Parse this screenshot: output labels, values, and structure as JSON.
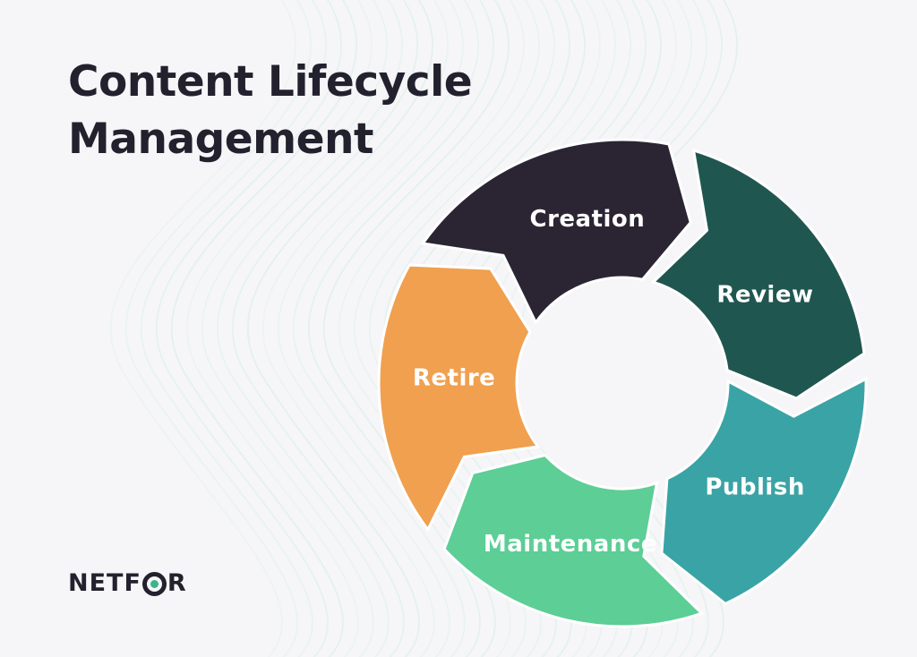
{
  "title": {
    "line1": "Content Lifecycle",
    "line2": "Management"
  },
  "cycle": {
    "stages": [
      {
        "label": "Creation",
        "color": "#2b2533"
      },
      {
        "label": "Review",
        "color": "#205650"
      },
      {
        "label": "Publish",
        "color": "#3aa3a5"
      },
      {
        "label": "Maintenance",
        "color": "#5cce96"
      },
      {
        "label": "Retire",
        "color": "#f0a04f"
      }
    ]
  },
  "logo": {
    "text_pre": "NETF",
    "text_post": "R",
    "accent_color": "#3eb489"
  },
  "background": {
    "color": "#f6f6f8",
    "wave_color": "#dcefe9"
  }
}
